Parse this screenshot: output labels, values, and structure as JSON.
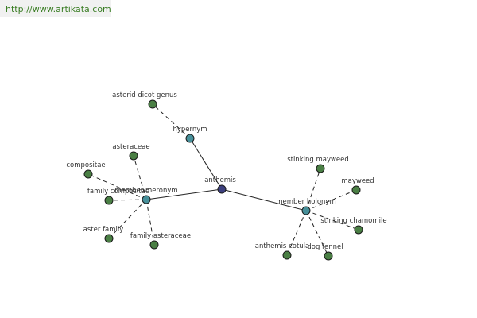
{
  "url": "http://www.artikata.com",
  "colors": {
    "root": "#3c3f7e",
    "relation": "#47909a",
    "leaf": "#4a7f44"
  },
  "graph": {
    "root": "anthemis",
    "relations": [
      {
        "label": "hypernym",
        "leaves": [
          "asterid dicot genus"
        ]
      },
      {
        "label": "member meronym",
        "leaves": [
          "asteraceae",
          "compositae",
          "family compositae",
          "aster family",
          "family asteraceae"
        ]
      },
      {
        "label": "member holonym",
        "leaves": [
          "stinking mayweed",
          "mayweed",
          "stinking chamomile",
          "anthemis cotula",
          "dog fennel"
        ]
      }
    ]
  }
}
